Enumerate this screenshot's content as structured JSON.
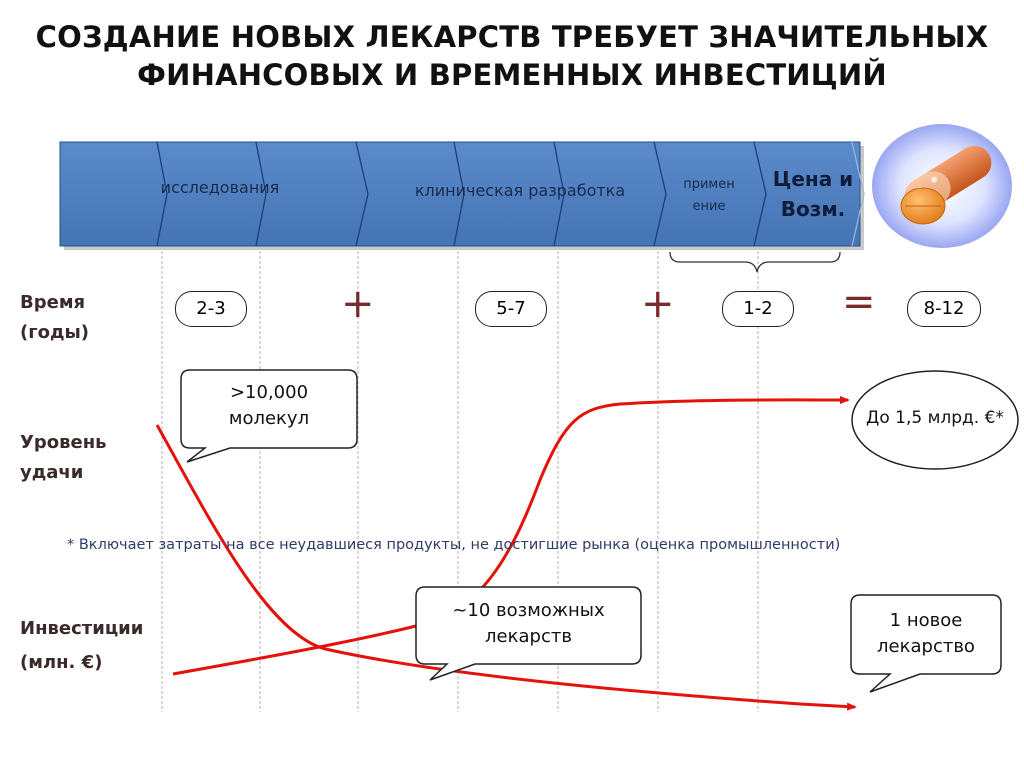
{
  "title": {
    "line1": "СОЗДАНИЕ НОВЫХ ЛЕКАРСТВ ТРЕБУЕТ ЗНАЧИТЕЛЬНЫХ",
    "line2": "ФИНАНСОВЫХ И ВРЕМЕННЫХ ИНВЕСТИЦИЙ"
  },
  "phases": {
    "research": "исследования",
    "clinical": "клиническая разработка",
    "apply_line1": "примен",
    "apply_line2": "ение",
    "price_line1": "Цена и",
    "price_line2": "Возм."
  },
  "rows": {
    "time_line1": "Время",
    "time_line2": "(годы)",
    "success_line1": "Уровень",
    "success_line2": "удачи",
    "invest_line1": "Инвестиции",
    "invest_line2": "(млн. €)"
  },
  "durations": {
    "research": "2-3",
    "clinical": "5-7",
    "apply": "1-2",
    "total": "8-12",
    "plus": "+",
    "equals": "="
  },
  "callouts": {
    "molecules_line1": ">10,000",
    "molecules_line2": "молекул",
    "candidates_line1": "~10 возможных",
    "candidates_line2": "лекарств",
    "new_drug_line1": "1 новое",
    "new_drug_line2": "лекарство",
    "cost": "До 1,5 млрд. €*"
  },
  "footnote": "* Включает затраты на все неудавшиеся продукты, не достигшие рынка (оценка промышленности)",
  "colors": {
    "banner": "#4f7fbf",
    "banner_dark": "#2f5a95",
    "curve": "#e3120b",
    "divider": "#b8b8b8"
  }
}
